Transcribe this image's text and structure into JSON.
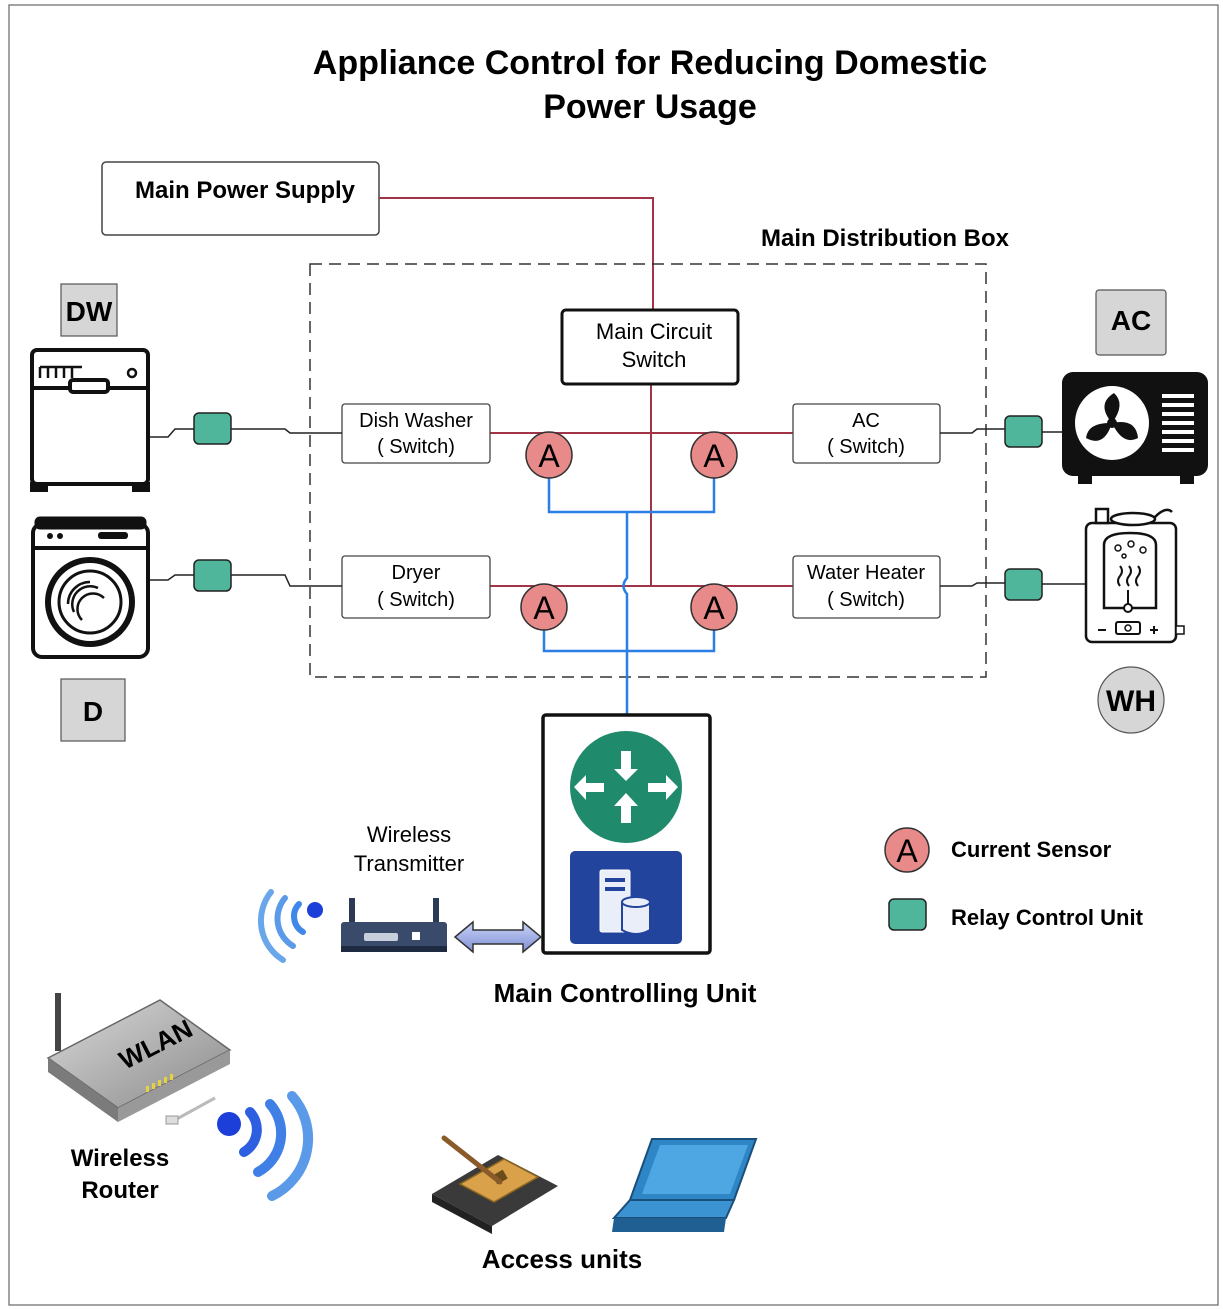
{
  "title": {
    "line1": "Appliance Control for Reducing Domestic",
    "line2": "Power Usage"
  },
  "power_supply": {
    "label": "Main Power Supply"
  },
  "distribution_box": {
    "label": "Main Distribution Box"
  },
  "main_switch": {
    "line1": "Main Circuit",
    "line2": "Switch"
  },
  "switches": {
    "dish_washer": {
      "line1": "Dish Washer",
      "line2": "( Switch)"
    },
    "dryer": {
      "line1": "Dryer",
      "line2": "( Switch)"
    },
    "ac": {
      "line1": "AC",
      "line2": "( Switch)"
    },
    "water_heater": {
      "line1": "Water Heater",
      "line2": "( Switch)"
    }
  },
  "appliances": {
    "dish_washer": {
      "tag": "DW"
    },
    "dryer": {
      "tag": "D"
    },
    "ac": {
      "tag": "AC"
    },
    "water_heater": {
      "tag": "WH"
    }
  },
  "sensor_symbol": "A",
  "controller": {
    "label": "Main Controlling Unit"
  },
  "transmitter": {
    "line1": "Wireless",
    "line2": "Transmitter"
  },
  "router": {
    "line1": "Wireless",
    "line2": "Router",
    "panel_text": "WLAN"
  },
  "access_units": {
    "label": "Access units"
  },
  "legend": {
    "current_sensor": "Current Sensor",
    "relay_control_unit": "Relay Control Unit"
  },
  "colors": {
    "power_line": "#a33346",
    "data_line": "#2a7ee6",
    "relay": "#4fb59b",
    "sensor_fill": "#e88a8a",
    "controller_green": "#1f8a6c",
    "server_blue": "#23449c"
  },
  "icons": {
    "dish_washer": "dishwasher-icon",
    "dryer": "washing-machine-icon",
    "ac": "air-conditioner-fan-icon",
    "water_heater": "water-heater-icon",
    "controller": "router-arrows-icon",
    "server": "server-database-icon",
    "transmitter": "wireless-transmitter-icon",
    "router": "wlan-router-icon",
    "pda": "pda-stylus-icon",
    "laptop": "laptop-icon",
    "signal": "wifi-signal-icon"
  }
}
